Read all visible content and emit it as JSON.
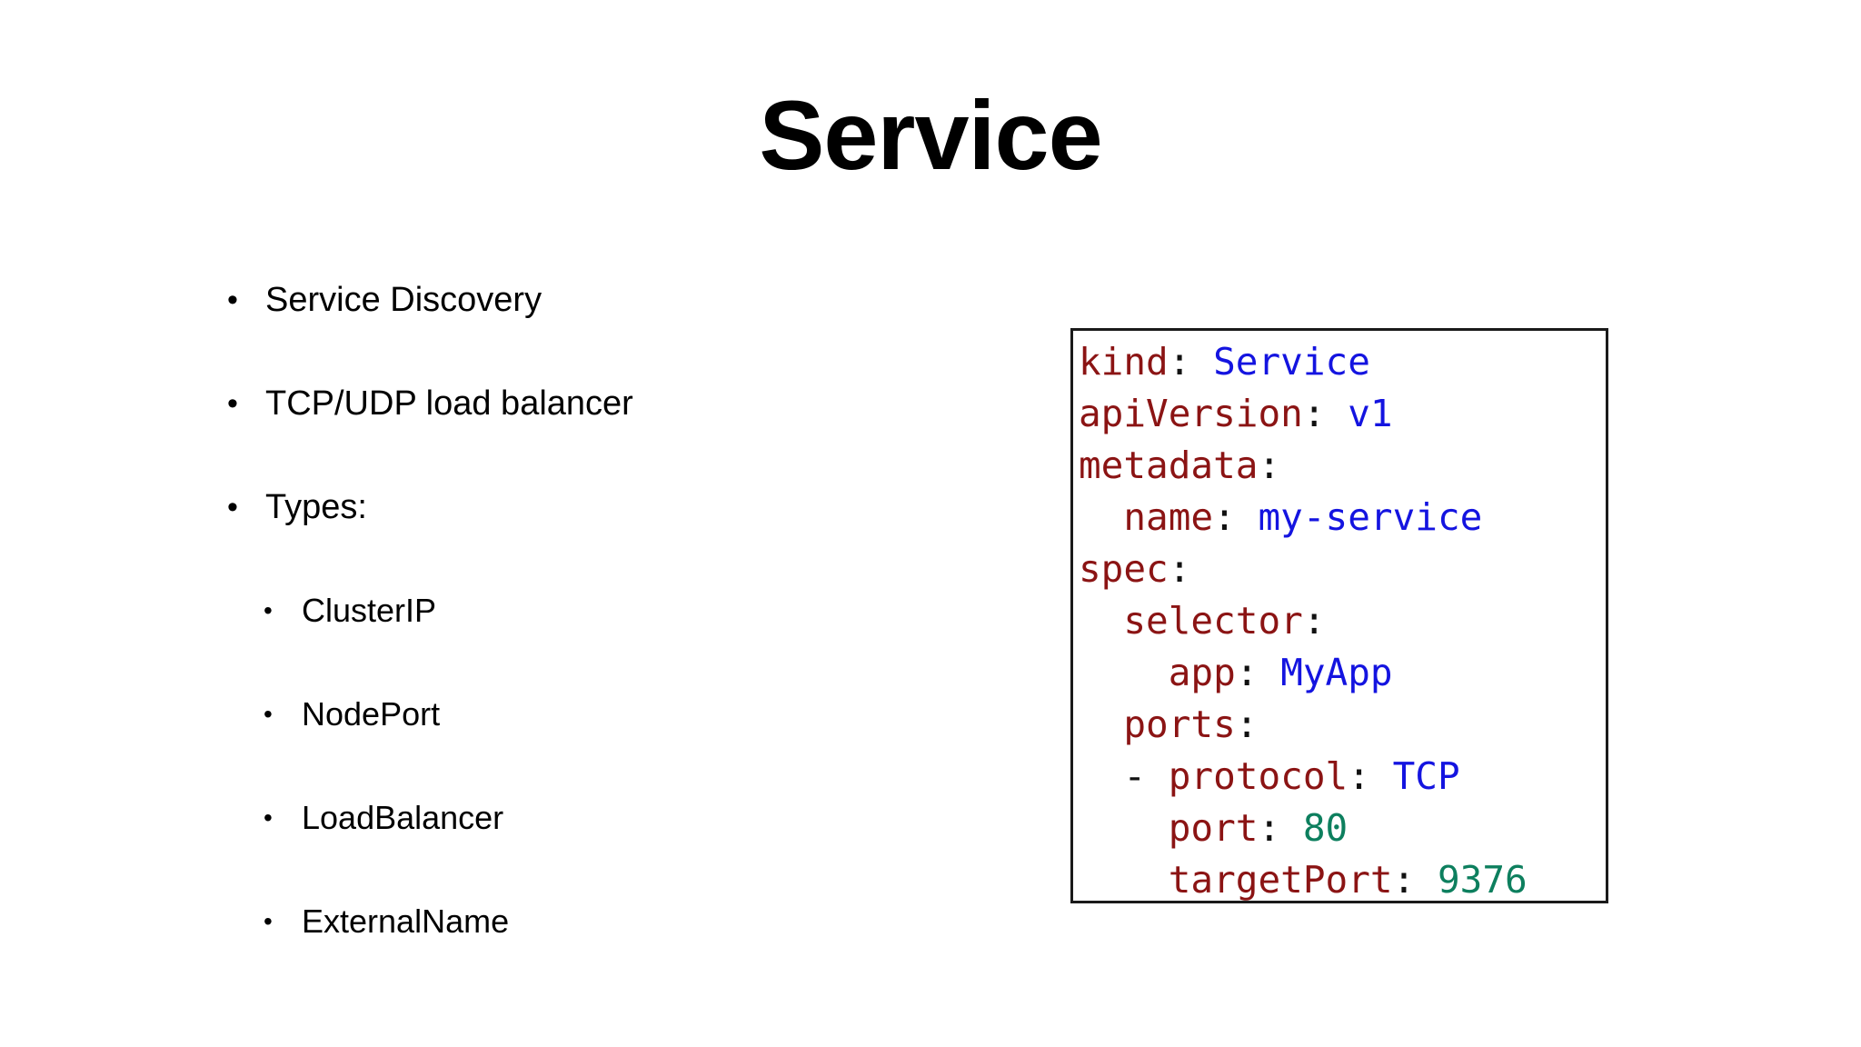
{
  "slide": {
    "title": "Service",
    "background_color": "#ffffff"
  },
  "bullets": [
    {
      "level": 1,
      "marker": "•",
      "text": "Service Discovery"
    },
    {
      "level": 1,
      "marker": "•",
      "text": "TCP/UDP load balancer"
    },
    {
      "level": 1,
      "marker": "•",
      "text": "Types:"
    },
    {
      "level": 2,
      "marker": "•",
      "text": "ClusterIP"
    },
    {
      "level": 2,
      "marker": "•",
      "text": "NodePort"
    },
    {
      "level": 2,
      "marker": "•",
      "text": "LoadBalancer"
    },
    {
      "level": 2,
      "marker": "•",
      "text": "ExternalName"
    }
  ],
  "code_block": {
    "language": "yaml",
    "border_color": "#1a1a1a",
    "background_color": "#ffffff",
    "colors": {
      "key": "#8b1414",
      "punctuation": "#111111",
      "string": "#1414e0",
      "number": "#0d7f5e"
    },
    "lines": [
      {
        "indent": "",
        "dash": "",
        "key": "kind",
        "colon": ":",
        "space": " ",
        "value": "Service",
        "value_type": "string"
      },
      {
        "indent": "",
        "dash": "",
        "key": "apiVersion",
        "colon": ":",
        "space": " ",
        "value": "v1",
        "value_type": "string"
      },
      {
        "indent": "",
        "dash": "",
        "key": "metadata",
        "colon": ":",
        "space": "",
        "value": "",
        "value_type": "none"
      },
      {
        "indent": "  ",
        "dash": "",
        "key": "name",
        "colon": ":",
        "space": " ",
        "value": "my-service",
        "value_type": "string"
      },
      {
        "indent": "",
        "dash": "",
        "key": "spec",
        "colon": ":",
        "space": "",
        "value": "",
        "value_type": "none"
      },
      {
        "indent": "  ",
        "dash": "",
        "key": "selector",
        "colon": ":",
        "space": "",
        "value": "",
        "value_type": "none"
      },
      {
        "indent": "    ",
        "dash": "",
        "key": "app",
        "colon": ":",
        "space": " ",
        "value": "MyApp",
        "value_type": "string"
      },
      {
        "indent": "  ",
        "dash": "",
        "key": "ports",
        "colon": ":",
        "space": "",
        "value": "",
        "value_type": "none"
      },
      {
        "indent": "  ",
        "dash": "- ",
        "key": "protocol",
        "colon": ":",
        "space": " ",
        "value": "TCP",
        "value_type": "string"
      },
      {
        "indent": "    ",
        "dash": "",
        "key": "port",
        "colon": ":",
        "space": " ",
        "value": "80",
        "value_type": "number"
      },
      {
        "indent": "    ",
        "dash": "",
        "key": "targetPort",
        "colon": ":",
        "space": " ",
        "value": "9376",
        "value_type": "number"
      }
    ]
  }
}
